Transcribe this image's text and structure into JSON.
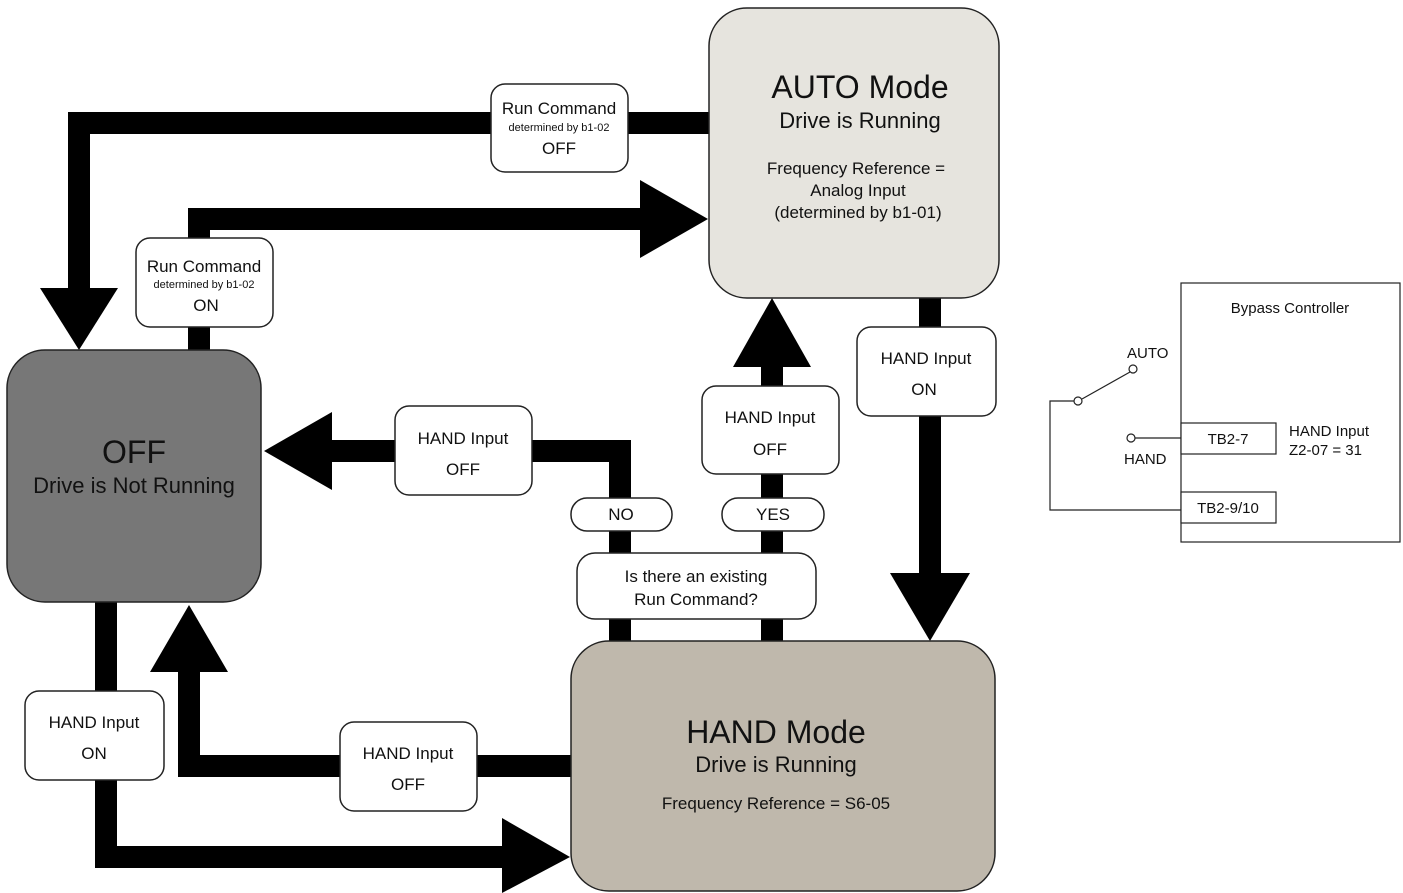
{
  "colors": {
    "auto_mode_fill": "#e6e4de",
    "off_fill": "#777777",
    "hand_mode_fill": "#bfb8ac",
    "arrow": "#000000"
  },
  "auto_mode": {
    "title": "AUTO Mode",
    "subtitle": "Drive is Running",
    "line1": "Frequency Reference =",
    "line2": "Analog Input",
    "line3": "(determined by b1-01)"
  },
  "off_mode": {
    "title": "OFF",
    "subtitle": "Drive is Not Running"
  },
  "hand_mode": {
    "title": "HAND Mode",
    "subtitle": "Drive is Running",
    "line1": "Frequency Reference = S6-05"
  },
  "labels": {
    "run_cmd_off": {
      "l1": "Run Command",
      "l2": "determined by b1-02",
      "l3": "OFF"
    },
    "run_cmd_on": {
      "l1": "Run Command",
      "l2": "determined by b1-02",
      "l3": "ON"
    },
    "hand_on_right": {
      "l1": "HAND Input",
      "l2": "ON"
    },
    "hand_off_yes": {
      "l1": "HAND Input",
      "l2": "OFF"
    },
    "hand_off_no": {
      "l1": "HAND Input",
      "l2": "OFF"
    },
    "hand_on_left": {
      "l1": "HAND Input",
      "l2": "ON"
    },
    "hand_off_bottom": {
      "l1": "HAND Input",
      "l2": "OFF"
    },
    "no": "NO",
    "yes": "YES",
    "question": {
      "l1": "Is there an existing",
      "l2": "Run Command?"
    }
  },
  "bypass": {
    "title": "Bypass Controller",
    "auto": "AUTO",
    "hand": "HAND",
    "tb27": "TB2-7",
    "tb2910": "TB2-9/10",
    "hand_input": "HAND Input",
    "param": "Z2-07 = 31"
  }
}
